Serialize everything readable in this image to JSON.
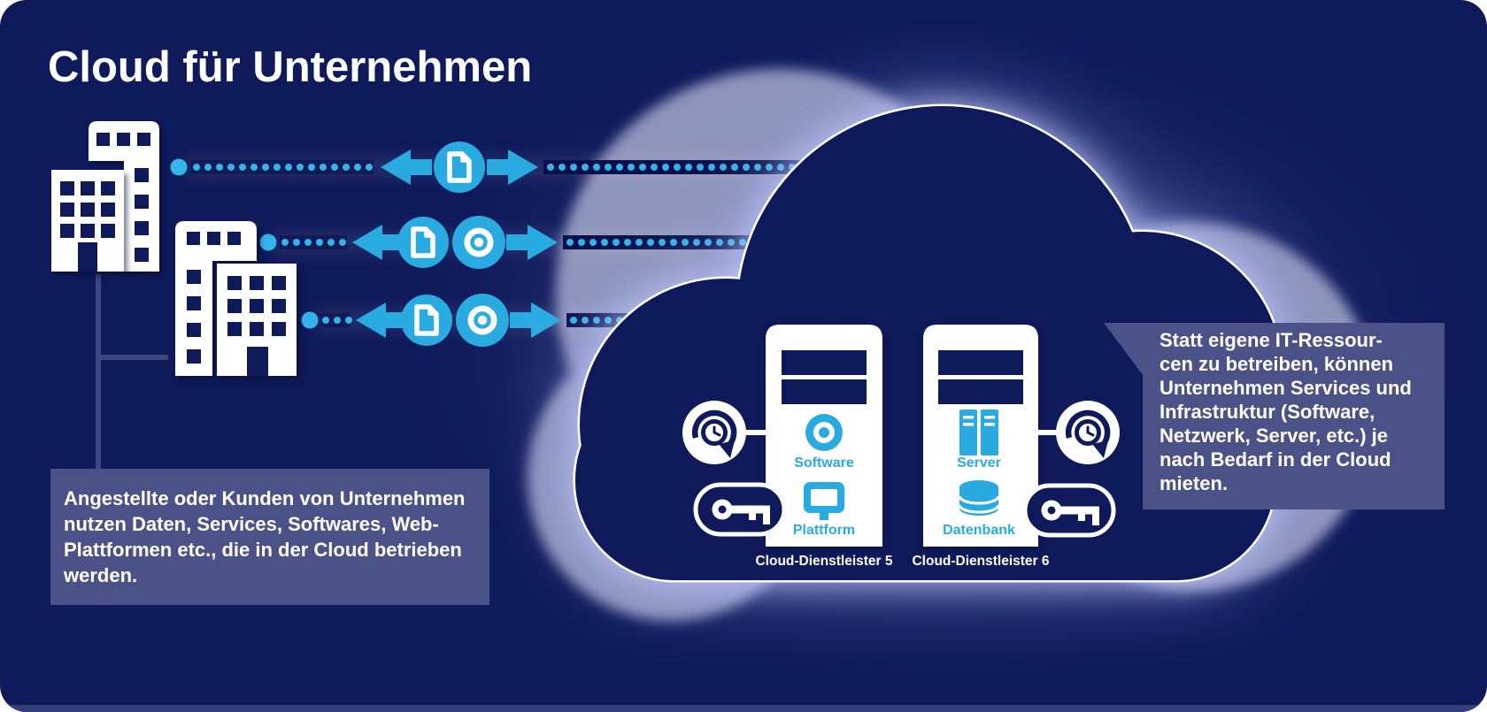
{
  "title": "Cloud für Unternehmen",
  "buildings_note": {
    "lines": [
      "Angestellte oder Kunden von Unternehmen",
      "nutzen Daten, Services, Softwares, Web-",
      "Plattformen etc., die in der Cloud betrieben",
      "werden."
    ]
  },
  "cloud_note": {
    "lines": [
      "Statt eigene IT-Ressour-",
      "cen zu betreiben, können",
      "Unternehmen Services und",
      "Infrastruktur (Software,",
      "Netzwerk, Server, etc.) je",
      "nach Bedarf in der Cloud",
      "mieten."
    ]
  },
  "providers": [
    {
      "caption": "Cloud-Dienstleister 5",
      "services": [
        {
          "icon": "disc-icon",
          "label": "Software"
        },
        {
          "icon": "monitor-icon",
          "label": "Plattform"
        }
      ]
    },
    {
      "caption": "Cloud-Dienstleister 6",
      "services": [
        {
          "icon": "server-rack-icon",
          "label": "Server"
        },
        {
          "icon": "database-icon",
          "label": "Datenbank"
        }
      ]
    }
  ],
  "connectors": {
    "row1_icons": [
      "document-icon"
    ],
    "row2_icons": [
      "document-icon",
      "disc-icon"
    ],
    "row3_icons": [
      "document-icon",
      "disc-icon"
    ],
    "provider_side_icons": [
      "clock-restore-icon",
      "key-icon"
    ],
    "left_side_icon": "building-icon"
  },
  "colors": {
    "background": "#0F1A5B",
    "accent_blue": "#29ABE2",
    "dot_blue": "#35B3EC",
    "panel_blue": "#4A5287",
    "light_cloud": "#999FC4",
    "white": "#FFFFFF",
    "connector_line": "#3E4880",
    "dark_track": "#0A1047"
  }
}
